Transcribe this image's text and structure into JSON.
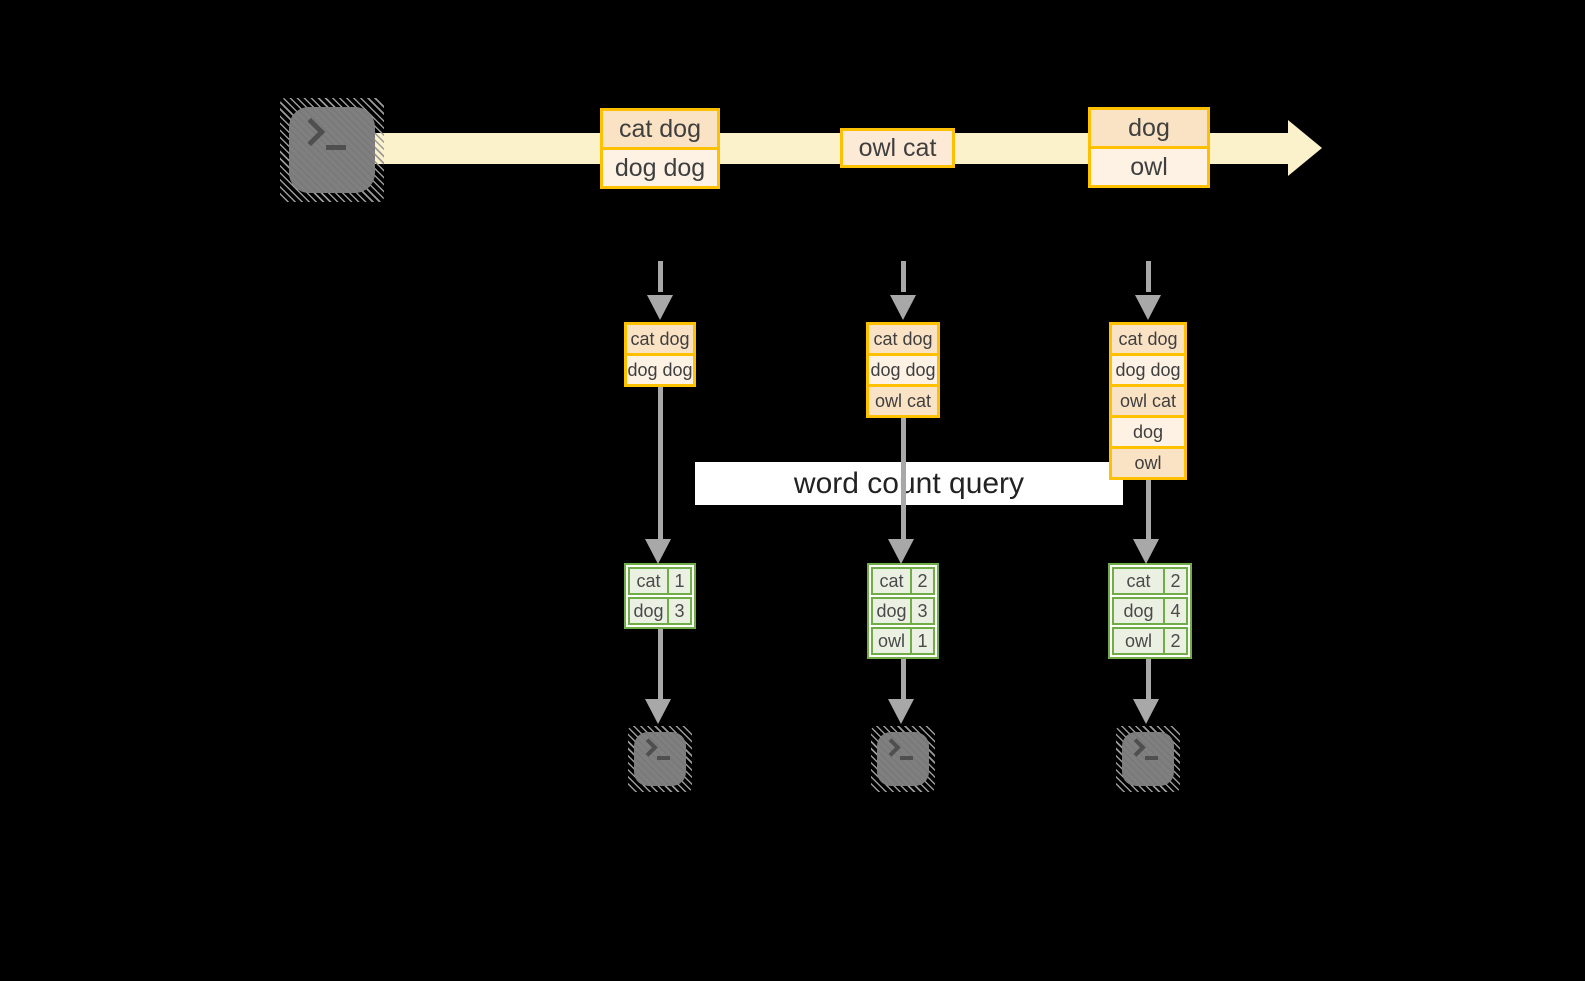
{
  "query": {
    "label": "word count query"
  },
  "stream": {
    "source_icon": "terminal-icon",
    "events": [
      {
        "rows": [
          {
            "text": "cat dog",
            "shade": "dark"
          },
          {
            "text": "dog dog",
            "shade": "light"
          }
        ]
      },
      {
        "rows": [
          {
            "text": "owl cat",
            "shade": "medium"
          }
        ]
      },
      {
        "rows": [
          {
            "text": "dog",
            "shade": "dark"
          },
          {
            "text": "owl",
            "shade": "light"
          }
        ]
      }
    ]
  },
  "columns": [
    {
      "batch": [
        "cat dog",
        "dog dog"
      ],
      "counts": [
        [
          "cat",
          "1"
        ],
        [
          "dog",
          "3"
        ]
      ],
      "sink_icon": "terminal-icon"
    },
    {
      "batch": [
        "cat dog",
        "dog dog",
        "owl cat"
      ],
      "counts": [
        [
          "cat",
          "2"
        ],
        [
          "dog",
          "3"
        ],
        [
          "owl",
          "1"
        ]
      ],
      "sink_icon": "terminal-icon"
    },
    {
      "batch": [
        "cat dog",
        "dog dog",
        "owl cat",
        "dog",
        "owl"
      ],
      "counts": [
        [
          "cat",
          "2"
        ],
        [
          "dog",
          "4"
        ],
        [
          "owl",
          "2"
        ]
      ],
      "sink_icon": "terminal-icon"
    }
  ],
  "colors": {
    "background": "#000000",
    "stream_band": "#fbf1cb",
    "event_border": "#ffc000",
    "event_fill_dark": "#fae2c4",
    "event_fill_light": "#fdf2e3",
    "event_fill_medium": "#fce9d6",
    "table_border": "#70ad47",
    "table_fill": "#eaf1e2",
    "arrow_gray": "#a8a8a8",
    "query_bg": "#ffffff"
  }
}
